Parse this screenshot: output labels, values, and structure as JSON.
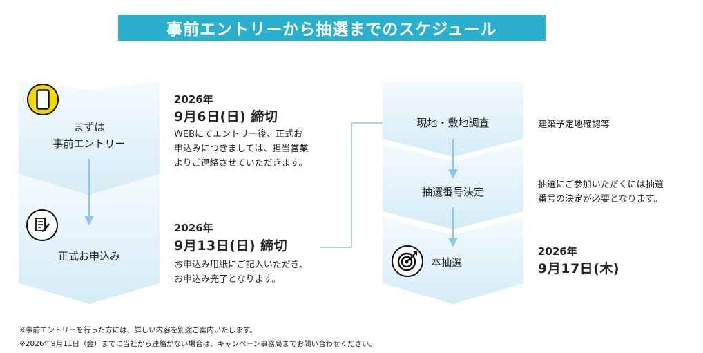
{
  "title": "事前エントリーから抽選までのスケジュール",
  "colors": {
    "title_bg": "#2ab0cc",
    "step_light": "#d4ecf8",
    "step_fade": "#f4fafd",
    "arrow": "#8ec6ea"
  },
  "left_steps": [
    {
      "label_line1": "まずは",
      "label_line2": "事前エントリー",
      "icon": "smartphone-icon"
    },
    {
      "label": "正式お申込み",
      "icon": "document-pen-icon"
    }
  ],
  "deadline1": {
    "year": "2026年",
    "date": "9月6日(日) 締切",
    "desc_line1": "WEBにてエントリー後、正式お",
    "desc_line2": "申込みにつきましては、担当営業",
    "desc_line3": "よりご連絡させていただきます。"
  },
  "deadline2": {
    "year": "2026年",
    "date": "9月13日(日) 締切",
    "desc_line1": "お申込み用紙にご記入いただき、",
    "desc_line2": "お申込み完了となります。"
  },
  "right_steps": [
    {
      "label": "現地・敷地調査",
      "note": "建築予定地確認等"
    },
    {
      "label": "抽選番号決定",
      "note_line1": "抽選にご参加いただくには抽選",
      "note_line2": "番号の決定が必要となります。"
    },
    {
      "label": "本抽選",
      "icon": "target-icon"
    }
  ],
  "lottery_date": {
    "year": "2026年",
    "date": "9月17日(木)"
  },
  "footnotes": [
    "※事前エントリーを行った方には、詳しい内容を別途ご案内いたします。",
    "※2026年9月11日（金）までに当社から連絡がない場合は、キャンペーン事務局までお問い合わせください。"
  ]
}
